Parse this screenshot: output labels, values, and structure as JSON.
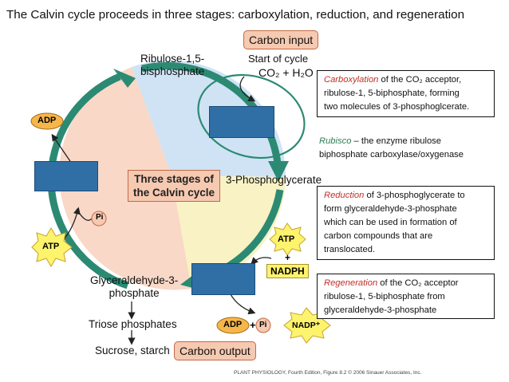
{
  "title": "The Calvin cycle proceeds in three stages: carboxylation, reduction, and regeneration",
  "colors": {
    "arrow_green": "#2c8a73",
    "blue_rect": "#2f6fa6",
    "sector_blue": "#cfe3f4",
    "sector_yellow": "#f8f2c4",
    "sector_peach": "#f9d8c7",
    "note_red": "#c0302a",
    "note_green": "#2e7d55"
  },
  "diagram": {
    "carbon_input": "Carbon input",
    "start_of_cycle": "Start of cycle",
    "co2_h2o": "CO₂ + H₂O",
    "ribulose_line1": "Ribulose-1,5-",
    "ribulose_line2": "bisphosphate",
    "three_pg": "3-Phosphoglycerate",
    "gap_line1": "Glyceraldehyde-3-",
    "gap_line2": "phosphate",
    "triose": "Triose phosphates",
    "sucrose": "Sucrose, starch",
    "carbon_output": "Carbon output",
    "center_line1": "Three stages of",
    "center_line2": "the Calvin cycle",
    "adp_left": "ADP",
    "pi_left": "Pi",
    "atp_left": "ATP",
    "atp_right": "ATP",
    "plus": "+",
    "nadph": "NADPH",
    "adp_bottom": "ADP",
    "plus_bottom": "+",
    "pi_bottom": "Pi",
    "nadp": "NADP⁺"
  },
  "notes": {
    "carboxylation": {
      "keyword": "Carboxylation",
      "rest1": " of the CO₂ acceptor,",
      "line2": "ribulose-1, 5-biphosphate, forming",
      "line3": "two molecules of 3-phosphoglcerate."
    },
    "rubisco": {
      "keyword": "Rubisco",
      "rest1": " – the enzyme ribulose",
      "line2": "biphosphate carboxylase/oxygenase"
    },
    "reduction": {
      "keyword": "Reduction",
      "rest1": " of 3-phosphoglycerate to",
      "line2": "form glyceraldehyde-3-phosphate",
      "line3": "which can be used in formation of",
      "line4": "carbon compounds that are",
      "line5": "translocated."
    },
    "regeneration": {
      "keyword": "Regeneration",
      "rest1": " of the CO₂ acceptor",
      "line2": "ribulose-1, 5-biphosphate from",
      "line3": "glyceraldehyde-3-phosphate"
    }
  },
  "credit": "PLANT PHYSIOLOGY, Fourth Edition, Figure 8.2  © 2006 Sinauer Associates, Inc."
}
